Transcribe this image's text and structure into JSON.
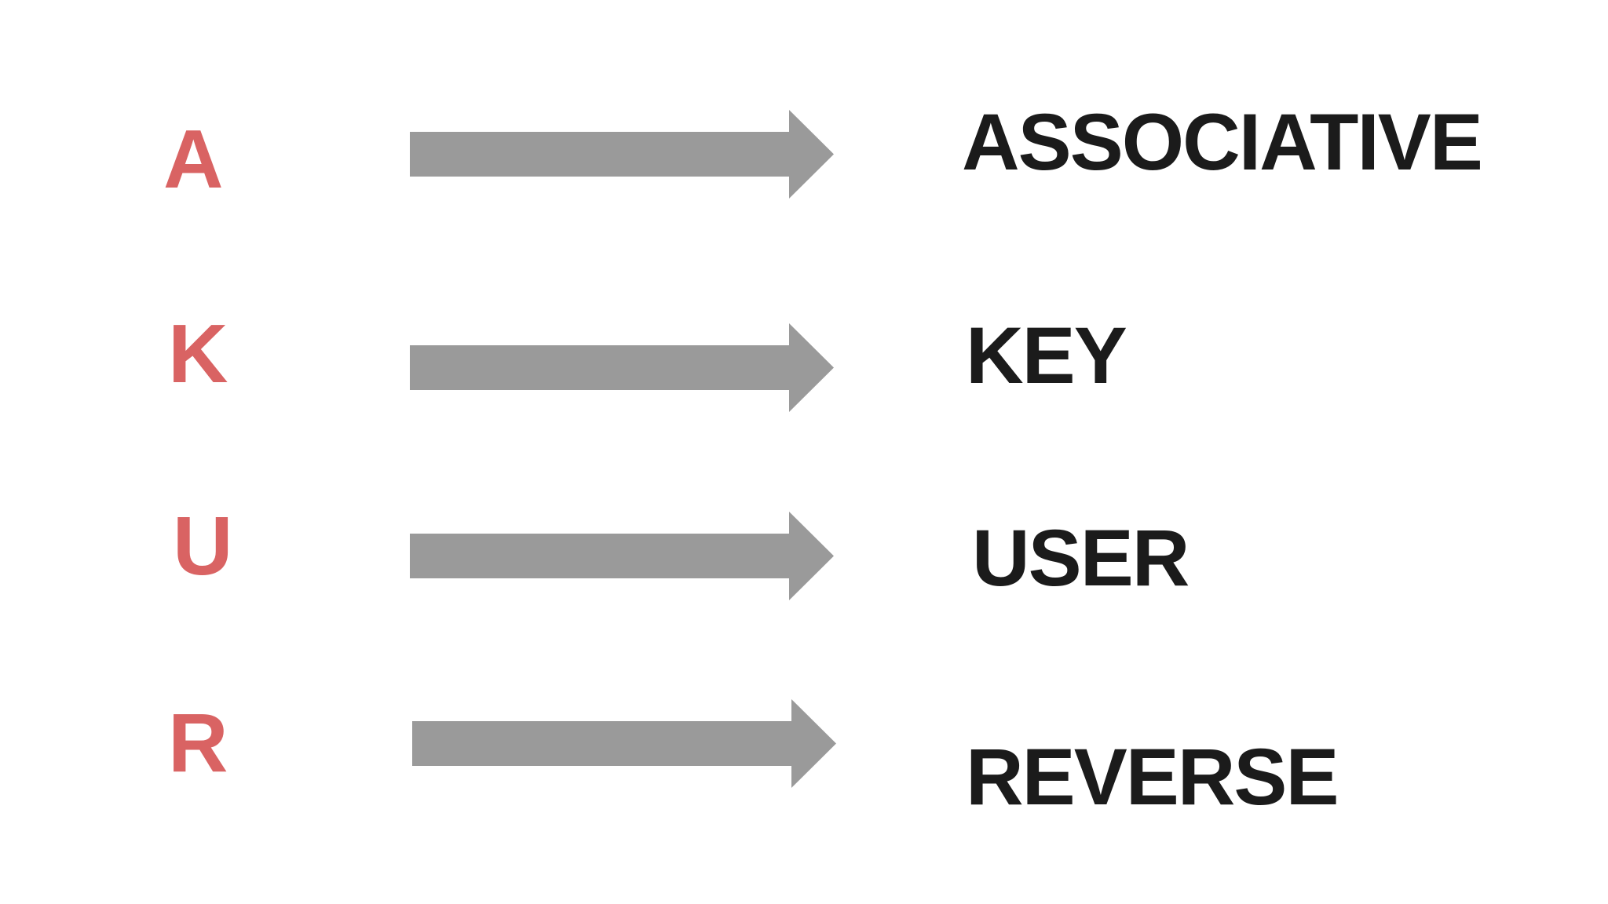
{
  "colors": {
    "background": "#FFFFFF",
    "letter": "#D96363",
    "arrow": "#9A9A9A",
    "word": "#1B1B1B"
  },
  "rows": [
    {
      "letter": "A",
      "word": "ASSOCIATIVE"
    },
    {
      "letter": "K",
      "word": "KEY"
    },
    {
      "letter": "U",
      "word": "USER"
    },
    {
      "letter": "R",
      "word": "REVERSE"
    }
  ]
}
